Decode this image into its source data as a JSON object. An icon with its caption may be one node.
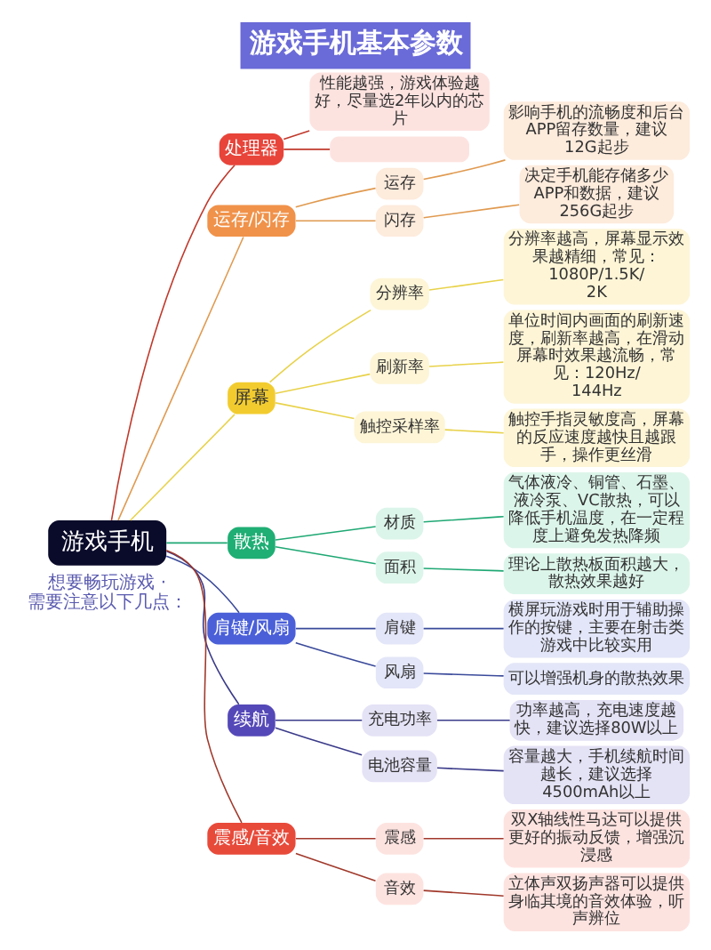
{
  "diagram": {
    "title": "游戏手机基本参数",
    "nodes": [
      {
        "text": [
          "游戏手机"
        ]
      },
      {
        "text": [
          "处理器"
        ]
      },
      {
        "text": [
          "性能越强，游戏体验越好，尽量选2年以内的芯片"
        ]
      },
      {
        "text": [],
        "shape": "box"
      },
      {
        "text": [
          "运存/闪存"
        ]
      },
      {
        "text": [
          "运存"
        ]
      },
      {
        "text": [
          "影响手机的流畅度和后台APP留存数量，建议12G起步"
        ]
      },
      {
        "text": [
          "闪存"
        ]
      },
      {
        "text": [
          "决定手机能存储多少APP和数据，建议256G起步"
        ]
      },
      {
        "text": [
          "屏幕"
        ]
      },
      {
        "text": [
          "分辨率"
        ]
      },
      {
        "text": [
          "分辨率越高，屏幕显示效果越精细，常见：1080P/1.5K/2K"
        ]
      },
      {
        "text": [
          "刷新率"
        ]
      },
      {
        "text": [
          "单位时间内画面的刷新速度，刷新率越高，在滑动屏幕时效果越流畅，常见：120Hz/144Hz"
        ]
      },
      {
        "text": [
          "触控采样率"
        ]
      },
      {
        "text": [
          "触控手指灵敏度高，屏幕的反应速度越快且越跟手，操作更丝滑"
        ]
      },
      {
        "text": [
          "散热"
        ]
      },
      {
        "text": [
          "材质"
        ]
      },
      {
        "text": [
          "气体液冷、铜管、石墨、液冷泵、VC散热，可以降低手机温度，在一定程度上避免发热降频"
        ]
      },
      {
        "text": [
          "面积"
        ]
      },
      {
        "text": [
          "理论上散热板面积越大，散热效果越好"
        ]
      },
      {
        "text": [
          "肩键/风扇"
        ]
      },
      {
        "text": [
          "肩键"
        ]
      },
      {
        "text": [
          "横屏玩游戏时用于辅助操作的按键，主要在射击类游戏中比较实用"
        ]
      },
      {
        "text": [
          "风扇"
        ]
      },
      {
        "text": [
          "可以增强机身的散热效果"
        ]
      },
      {
        "text": [
          "续航"
        ]
      },
      {
        "text": [
          "充电功率"
        ]
      },
      {
        "text": [
          "功率越高，充电速度越快，建议选择80W以上"
        ]
      },
      {
        "text": [
          "电池容量"
        ]
      },
      {
        "text": [
          "容量越大，手机续航时间越长，建议选择4500mAh以上"
        ]
      },
      {
        "text": [
          "震感/音效"
        ]
      },
      {
        "text": [
          "震感"
        ]
      },
      {
        "text": [
          "双X轴线性马达可以提供更好的振动反馈，增强沉浸感"
        ]
      },
      {
        "text": [
          "音效"
        ]
      },
      {
        "text": [
          "立体声双扬声器可以提供身临其境的音效体验，听声辨位"
        ]
      }
    ],
    "edges": [
      {
        "from": 0,
        "to": 1,
        "arrow": "none",
        "color": "#c0392b"
      },
      {
        "from": 1,
        "to": 2,
        "arrow": "none",
        "color": "#c0392b"
      },
      {
        "from": 1,
        "to": 3,
        "arrow": "none",
        "color": "#c0392b"
      },
      {
        "from": 0,
        "to": 4,
        "arrow": "none",
        "color": "#e09a50"
      },
      {
        "from": 4,
        "to": 5,
        "arrow": "none",
        "color": "#e09a50"
      },
      {
        "from": 5,
        "to": 6,
        "arrow": "none",
        "color": "#e09a50"
      },
      {
        "from": 4,
        "to": 7,
        "arrow": "none",
        "color": "#e09a50"
      },
      {
        "from": 7,
        "to": 8,
        "arrow": "none",
        "color": "#e09a50"
      },
      {
        "from": 0,
        "to": 9,
        "arrow": "none",
        "color": "#e8d24a"
      },
      {
        "from": 9,
        "to": 10,
        "arrow": "none",
        "color": "#e8d24a"
      },
      {
        "from": 10,
        "to": 11,
        "arrow": "none",
        "color": "#e8d24a"
      },
      {
        "from": 9,
        "to": 12,
        "arrow": "none",
        "color": "#e8d24a"
      },
      {
        "from": 12,
        "to": 13,
        "arrow": "none",
        "color": "#e8d24a"
      },
      {
        "from": 9,
        "to": 14,
        "arrow": "none",
        "color": "#e8d24a"
      },
      {
        "from": 14,
        "to": 15,
        "arrow": "none",
        "color": "#e8d24a"
      },
      {
        "from": 0,
        "to": 16,
        "arrow": "none",
        "color": "#1fa874"
      },
      {
        "from": 16,
        "to": 17,
        "arrow": "none",
        "color": "#1fa874"
      },
      {
        "from": 17,
        "to": 18,
        "arrow": "none",
        "color": "#1fa874"
      },
      {
        "from": 16,
        "to": 19,
        "arrow": "none",
        "color": "#1fa874"
      },
      {
        "from": 19,
        "to": 20,
        "arrow": "none",
        "color": "#1fa874"
      },
      {
        "from": 0,
        "to": 21,
        "arrow": "none",
        "color": "#3a4a9a"
      },
      {
        "from": 21,
        "to": 22,
        "arrow": "none",
        "color": "#3a4a9a"
      },
      {
        "from": 22,
        "to": 23,
        "arrow": "none",
        "color": "#3a4a9a"
      },
      {
        "from": 21,
        "to": 24,
        "arrow": "none",
        "color": "#3a4a9a"
      },
      {
        "from": 24,
        "to": 25,
        "arrow": "none",
        "color": "#3a4a9a"
      },
      {
        "from": 0,
        "to": 26,
        "arrow": "none",
        "color": "#3a3a8a"
      },
      {
        "from": 26,
        "to": 27,
        "arrow": "none",
        "color": "#3a3a8a"
      },
      {
        "from": 27,
        "to": 28,
        "arrow": "none",
        "color": "#3a3a8a"
      },
      {
        "from": 26,
        "to": 29,
        "arrow": "none",
        "color": "#3a3a8a"
      },
      {
        "from": 29,
        "to": 30,
        "arrow": "none",
        "color": "#3a3a8a"
      },
      {
        "from": 0,
        "to": 31,
        "arrow": "none",
        "color": "#a0392b"
      },
      {
        "from": 31,
        "to": 32,
        "arrow": "none",
        "color": "#a0392b"
      },
      {
        "from": 32,
        "to": 33,
        "arrow": "none",
        "color": "#a0392b"
      },
      {
        "from": 31,
        "to": 34,
        "arrow": "none",
        "color": "#a0392b"
      },
      {
        "from": 34,
        "to": 35,
        "arrow": "none",
        "color": "#a0392b"
      }
    ],
    "labels": [
      "想要畅玩游戏 · 需要注意以下几点："
    ]
  }
}
